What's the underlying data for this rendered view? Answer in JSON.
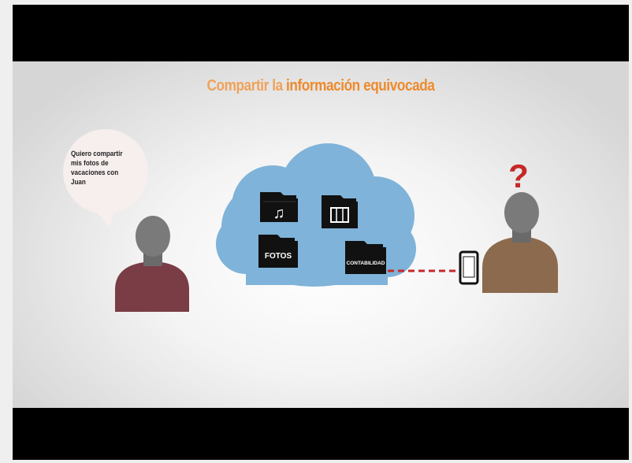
{
  "title": {
    "part1": "Compartir la ",
    "part2": "información equivocada"
  },
  "speech_bubble": {
    "text": "Quiero compartir mis fotos de vacaciones con Juan"
  },
  "cloud": {
    "folders": [
      {
        "label": "",
        "icon": "music-note-icon"
      },
      {
        "label": "",
        "icon": "film-strip-icon"
      },
      {
        "label": "FOTOS",
        "icon": ""
      },
      {
        "label": "CONTABILIDAD",
        "icon": ""
      }
    ]
  },
  "question_mark": "?",
  "colors": {
    "title_accent": "#ee8a2c",
    "cloud": "#7fb3d9",
    "person_left_shirt": "#7a3d45",
    "person_right_shirt": "#8c6a4d",
    "person_head": "#7a7a7a",
    "connection_line": "#c62828",
    "question_mark": "#c62828"
  }
}
